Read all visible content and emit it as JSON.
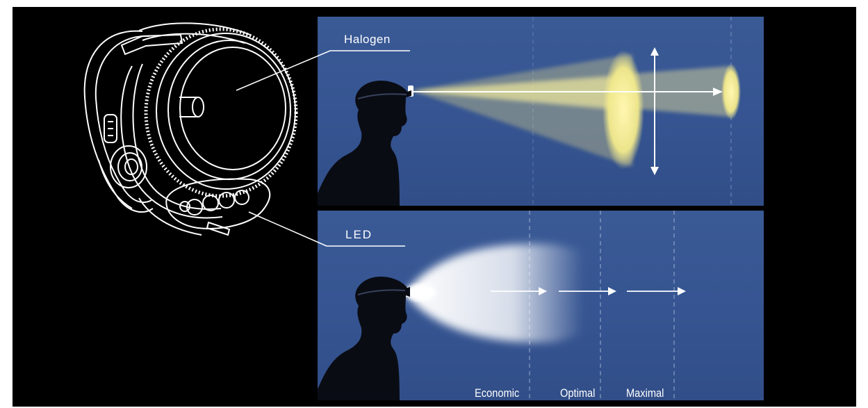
{
  "halogen": {
    "label": "Halogen"
  },
  "led": {
    "label": "LED",
    "modes": [
      "Economic",
      "Optimal",
      "Maximal"
    ]
  },
  "colors": {
    "background": "#000000",
    "panel": "#355491",
    "halogen_beam": "#f3ea8c",
    "led_beam": "#ffffff",
    "line_art": "#ffffff"
  }
}
